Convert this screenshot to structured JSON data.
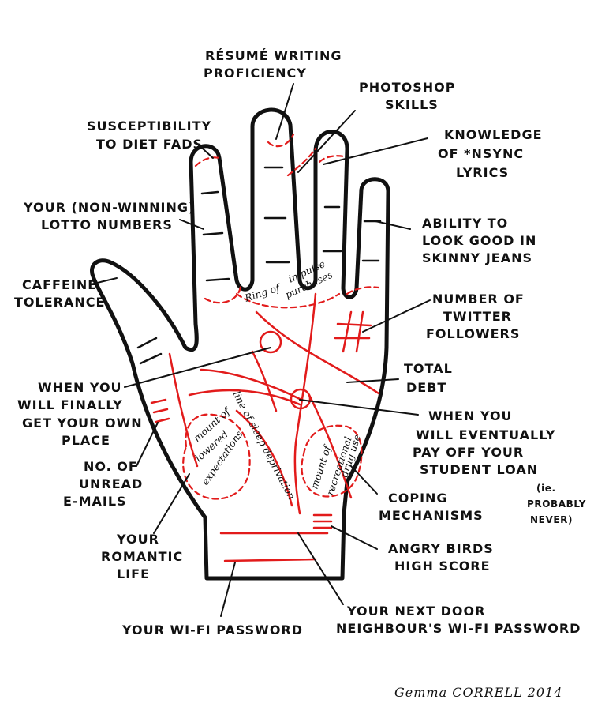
{
  "labels": {
    "resume_1": "RÉSUMÉ WRITING",
    "resume_2": "PROFICIENCY",
    "photoshop_1": "PHOTOSHOP",
    "photoshop_2": "SKILLS",
    "diet_1": "SUSCEPTIBILITY",
    "diet_2": "TO DIET FADS",
    "nsync_1": "KNOWLEDGE",
    "nsync_2": "OF *NSYNC",
    "nsync_3": "LYRICS",
    "lotto_1": "YOUR (NON-WINNING)",
    "lotto_2": "LOTTO NUMBERS",
    "jeans_1": "ABILITY TO",
    "jeans_2": "LOOK GOOD IN",
    "jeans_3": "SKINNY JEANS",
    "caffeine_1": "CAFFEINE",
    "caffeine_2": "TOLERANCE",
    "twitter_1": "NUMBER OF",
    "twitter_2": "TWITTER",
    "twitter_3": "FOLLOWERS",
    "debt_1": "TOTAL",
    "debt_2": "DEBT",
    "place_1": "WHEN YOU",
    "place_2": "WILL FINALLY",
    "place_3": "GET YOUR OWN",
    "place_4": "PLACE",
    "loan_1": "WHEN YOU",
    "loan_2": "WILL EVENTUALLY",
    "loan_3": "PAY OFF YOUR",
    "loan_4": "STUDENT LOAN",
    "loan_note_1": "(ie.",
    "loan_note_2": "PROBABLY",
    "loan_note_3": "NEVER)",
    "emails_1": "NO. OF",
    "emails_2": "UNREAD",
    "emails_3": "E-MAILS",
    "coping_1": "COPING",
    "coping_2": "MECHANISMS",
    "romantic_1": "YOUR",
    "romantic_2": "ROMANTIC",
    "romantic_3": "LIFE",
    "angry_1": "ANGRY BIRDS",
    "angry_2": "HIGH SCORE",
    "wifi": "YOUR WI-FI PASSWORD",
    "neighbour_1": "YOUR NEXT DOOR",
    "neighbour_2": "NEIGHBOUR'S WI-FI PASSWORD"
  },
  "palm_text": {
    "ring_1": "Ring of",
    "ring_2": "impulse",
    "ring_3": "purchases",
    "sleep": "line of sleep deprivation",
    "mount_low_1": "mount of",
    "mount_low_2": "lowered",
    "mount_low_3": "expectations",
    "mount_drug_1": "mount of",
    "mount_drug_2": "recreational",
    "mount_drug_3": "drug use"
  },
  "signature": "Gemma CORRELL 2014",
  "colors": {
    "ink": "#111111",
    "red": "#e21b1b",
    "background": "#ffffff"
  }
}
